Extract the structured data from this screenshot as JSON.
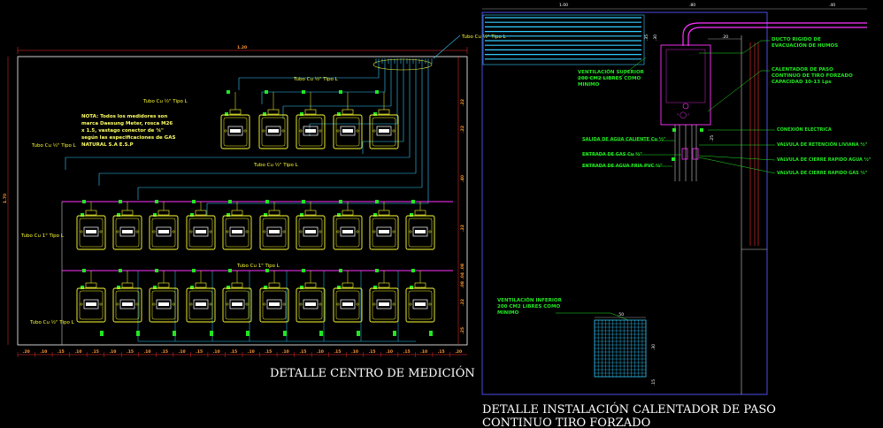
{
  "titles": {
    "left": "DETALLE CENTRO DE MEDICIÓN",
    "right_line1": "DETALLE INSTALACIÓN CALENTADOR DE PASO",
    "right_line2": "CONTINUO TIRO FORZADO"
  },
  "meter_center": {
    "overall_width_dim": "1.20",
    "overall_height_dim": "1.70",
    "pipe_labels": {
      "top_right": "Tubo Cu ½\" Tipo L",
      "row1_top": "Tubo Cu ½\" Tipo L",
      "row1_left": "Tubo Cu ½\" Tipo L",
      "left_upper": "Tubo Cu ½\" Tipo L",
      "row2_top": "Tubo Cu ½\" Tipo L",
      "left_middle": "Tubo Cu 1\" Tipo L",
      "row3_top": "Tubo Cu 1\" Tipo L",
      "left_lower": "Tubo Cu ½\" Tipo L"
    },
    "note_lines": [
      "NOTA: Todos los medidores son",
      "marca Daesung Meter, rosca M26",
      "x 1.5, vastago conector de ¾\"",
      "según las especificaciones de GAS",
      "NATURAL S.A E.S.P"
    ],
    "row1_count": 5,
    "row2_count": 10,
    "row3_count": 10,
    "right_dims": [
      ".22",
      ".22",
      ".40",
      ".22",
      ".08",
      ".04",
      ".08",
      ".22",
      ".25"
    ],
    "bottom_dims": [
      ".20",
      ".10",
      ".15",
      ".10",
      ".15",
      ".10",
      ".15",
      ".10",
      ".15",
      ".10",
      ".15",
      ".10",
      ".15",
      ".10",
      ".15",
      ".10",
      ".15",
      ".10",
      ".15",
      ".10",
      ".15",
      ".10",
      ".15",
      ".10",
      ".15",
      ".20"
    ]
  },
  "heater": {
    "top_dims": [
      "1.00",
      ".80",
      ".40"
    ],
    "labels": {
      "ventilacion_superior": [
        "VENTILACIÓN SUPERIOR",
        "200 CM2 LIBRES COMO",
        "MINIMO"
      ],
      "ducto": [
        "DUCTO RIGIDO DE",
        "EVACUACIÓN DE HUMOS"
      ],
      "calentador": [
        "CALENTADOR DE PASO",
        "CONTINUO DE TIRO FORZADO",
        "CAPACIDAD 10-13 Lps"
      ],
      "conexion_electrica": "CONEXIÓN ELECTRICA",
      "salida_agua_caliente": "SALIDA DE AGUA CALIENTE Cu ½\"",
      "valvula_retencion": "VALVULA DE RETENCIÓN LIVIANA ½\"",
      "entrada_gas": "ENTRADA DE GAS Cu ½\"",
      "valvula_cierre_agua": "VALVULA DE CIERRE RAPIDO AGUA ½\"",
      "entrada_agua_fria": "ENTRADA DE AGUA FRIA PVC ½\"",
      "valvula_cierre_gas": "VALVULA DE CIERRE RAPIDO GAS ½\"",
      "ventilacion_inferior": [
        "VENTILACIÓN INFERIOR",
        "200 CM2 LIBRES COMO",
        "MINIMO"
      ]
    },
    "dims": {
      "top_small": ".20",
      "side_a": ".35",
      "side_b": ".30",
      "heater_h": ".25",
      "grille_w": ".50",
      "grille_h": ".30",
      "bottom": ".15"
    }
  }
}
